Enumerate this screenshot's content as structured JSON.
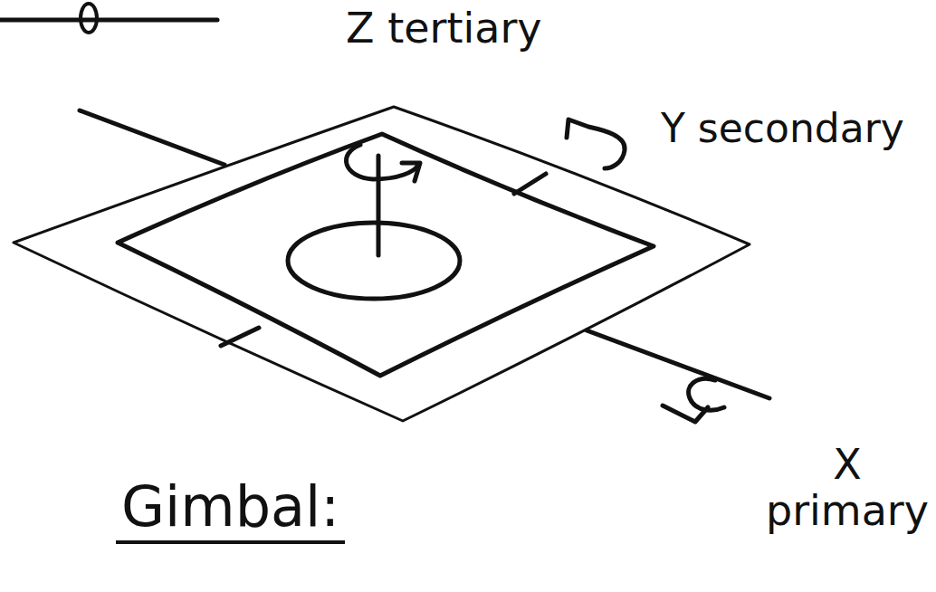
{
  "diagram": {
    "title": "Gimbal:",
    "labels": [
      "Z tertiary",
      "Y secondary",
      "X primary"
    ]
  }
}
